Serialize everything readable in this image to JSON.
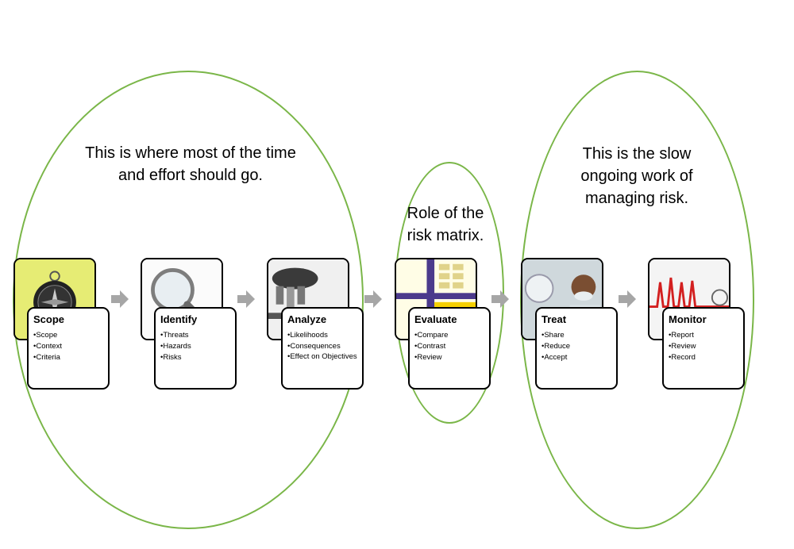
{
  "notes": {
    "left": "This is where most of the time and effort should go.",
    "middle": "Role of the risk matrix.",
    "right": "This is the slow ongoing work of managing risk."
  },
  "colors": {
    "ellipse": "#7ab648",
    "arrow": "#a6a6a6",
    "compass_bg": "#e6ec74",
    "heartbeat": "#d32020"
  },
  "steps": [
    {
      "title": "Scope",
      "image_icon": "compass-icon",
      "items": [
        "Scope",
        "Context",
        "Criteria"
      ]
    },
    {
      "title": "Identify",
      "image_icon": "magnifying-glass-icon",
      "items": [
        "Threats",
        "Hazards",
        "Risks"
      ]
    },
    {
      "title": "Analyze",
      "image_icon": "microscope-icon",
      "items": [
        "Likelihoods",
        "Consequences",
        "Effect on Objectives"
      ]
    },
    {
      "title": "Evaluate",
      "image_icon": "risk-matrix-icon",
      "items": [
        "Compare",
        "Contrast",
        "Review"
      ]
    },
    {
      "title": "Treat",
      "image_icon": "lab-worker-icon",
      "items": [
        "Share",
        "Reduce",
        "Accept"
      ]
    },
    {
      "title": "Monitor",
      "image_icon": "heartbeat-icon",
      "items": [
        "Report",
        "Review",
        "Record"
      ]
    }
  ]
}
